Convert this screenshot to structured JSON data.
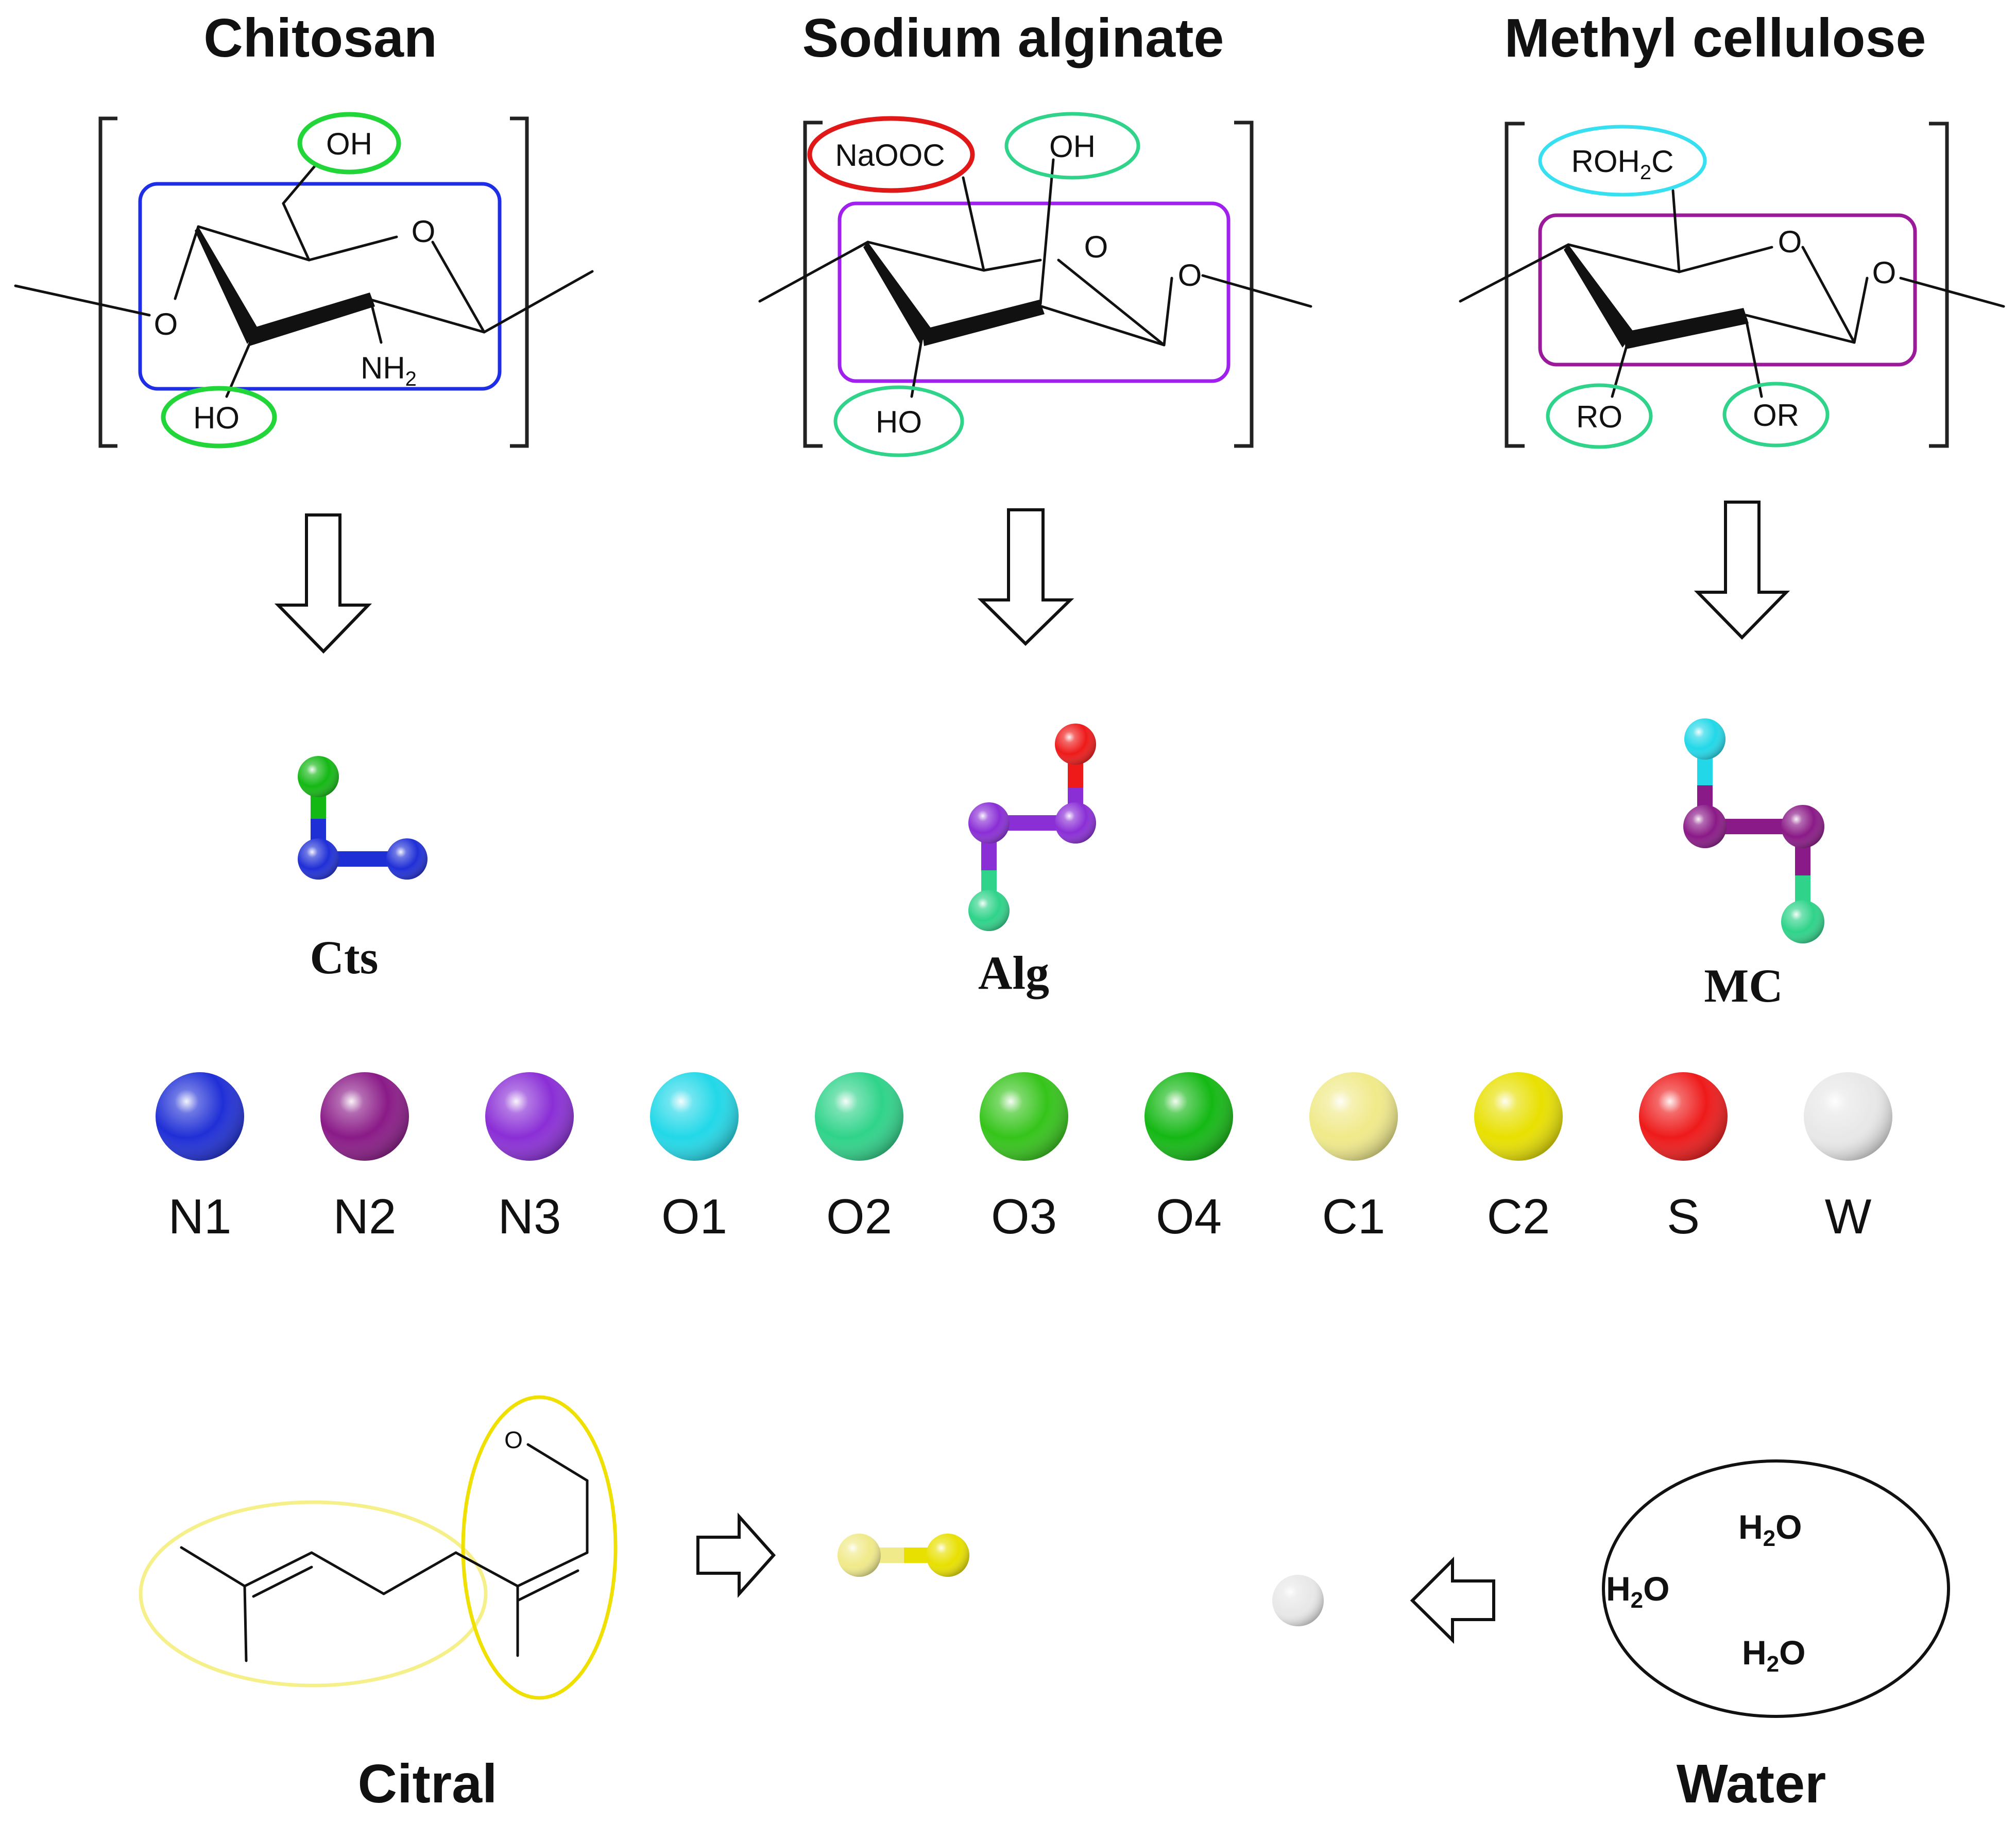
{
  "titles": {
    "chitosan": "Chitosan",
    "alginate": "Sodium alginate",
    "methyl_cellulose": "Methyl cellulose",
    "citral": "Citral",
    "water": "Water"
  },
  "cg_labels": {
    "chitosan": "Cts",
    "alginate": "Alg",
    "methyl_cellulose": "MC"
  },
  "atom_labels": {
    "chitosan": {
      "oh": "OH",
      "ho": "HO",
      "ring_o": "O",
      "link_o": "O",
      "nh": "NH",
      "nh_sub": "2"
    },
    "alginate": {
      "naooc": "NaOOC",
      "oh": "OH",
      "ho": "HO",
      "ring_o": "O",
      "link_o": "O"
    },
    "methyl_cellulose": {
      "roh_a": "ROH",
      "roh_sub": "2",
      "roh_b": "C",
      "ro": "RO",
      "or": "OR",
      "ring_o": "O",
      "link_o": "O"
    },
    "citral": {
      "carbonyl_o": "O"
    },
    "water": {
      "h": "H",
      "sub": "2",
      "o": "O"
    }
  },
  "bead_types": [
    {
      "label": "N1",
      "color": "#1f2fd6"
    },
    {
      "label": "N2",
      "color": "#8a1a87"
    },
    {
      "label": "N3",
      "color": "#8a2ed6"
    },
    {
      "label": "O1",
      "color": "#22d8e8"
    },
    {
      "label": "O2",
      "color": "#2fd38a"
    },
    {
      "label": "O3",
      "color": "#35c41a"
    },
    {
      "label": "O4",
      "color": "#14b814"
    },
    {
      "label": "C1",
      "color": "#f0ea8a"
    },
    {
      "label": "C2",
      "color": "#e8e000"
    },
    {
      "label": "S",
      "color": "#ee1a1a"
    },
    {
      "label": "W",
      "color": "#e8e8e8"
    }
  ],
  "highlight_colors": {
    "chitosan_box": "#1e2ee6",
    "hydroxyl_ring": "#22d63a",
    "alginate_box": "#a020f0",
    "carboxylate_ring": "#e01818",
    "mc_box": "#9a1a9a",
    "mc_oh_ring": "#36e0f0",
    "citral_ring_light": "#f6f08a",
    "citral_ring_dark": "#f0e000"
  }
}
